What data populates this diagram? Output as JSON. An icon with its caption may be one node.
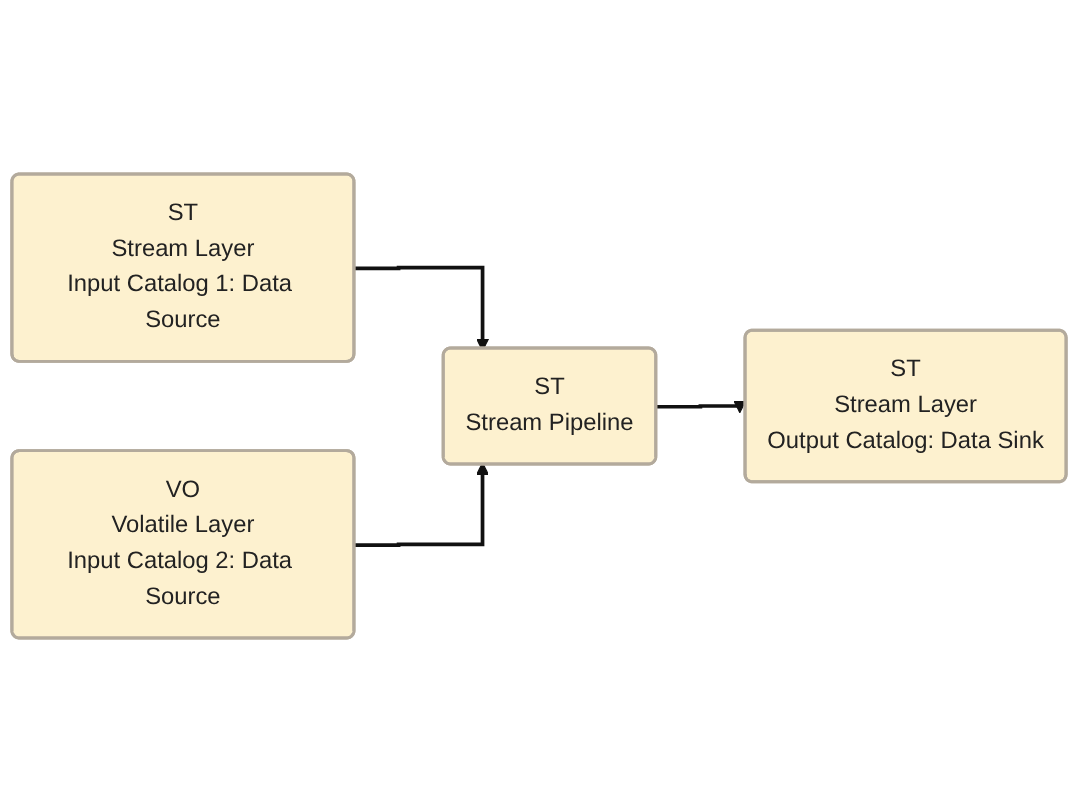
{
  "diagram": {
    "nodes": [
      {
        "text": [
          "ST",
          "Stream Layer",
          "Input Catalog 1: Data Source"
        ]
      },
      {
        "text": [
          "VO",
          "Volatile Layer",
          "Input Catalog 2: Data Source"
        ]
      },
      {
        "text": [
          "ST",
          "Stream Pipeline"
        ]
      },
      {
        "text": [
          "ST",
          "Stream Layer",
          "Output Catalog: Data Sink"
        ]
      }
    ],
    "edges": [
      {
        "from": 0,
        "to": 2,
        "arrow": "to"
      },
      {
        "from": 1,
        "to": 2,
        "arrow": "to"
      },
      {
        "from": 2,
        "to": 3,
        "arrow": "to"
      }
    ]
  }
}
